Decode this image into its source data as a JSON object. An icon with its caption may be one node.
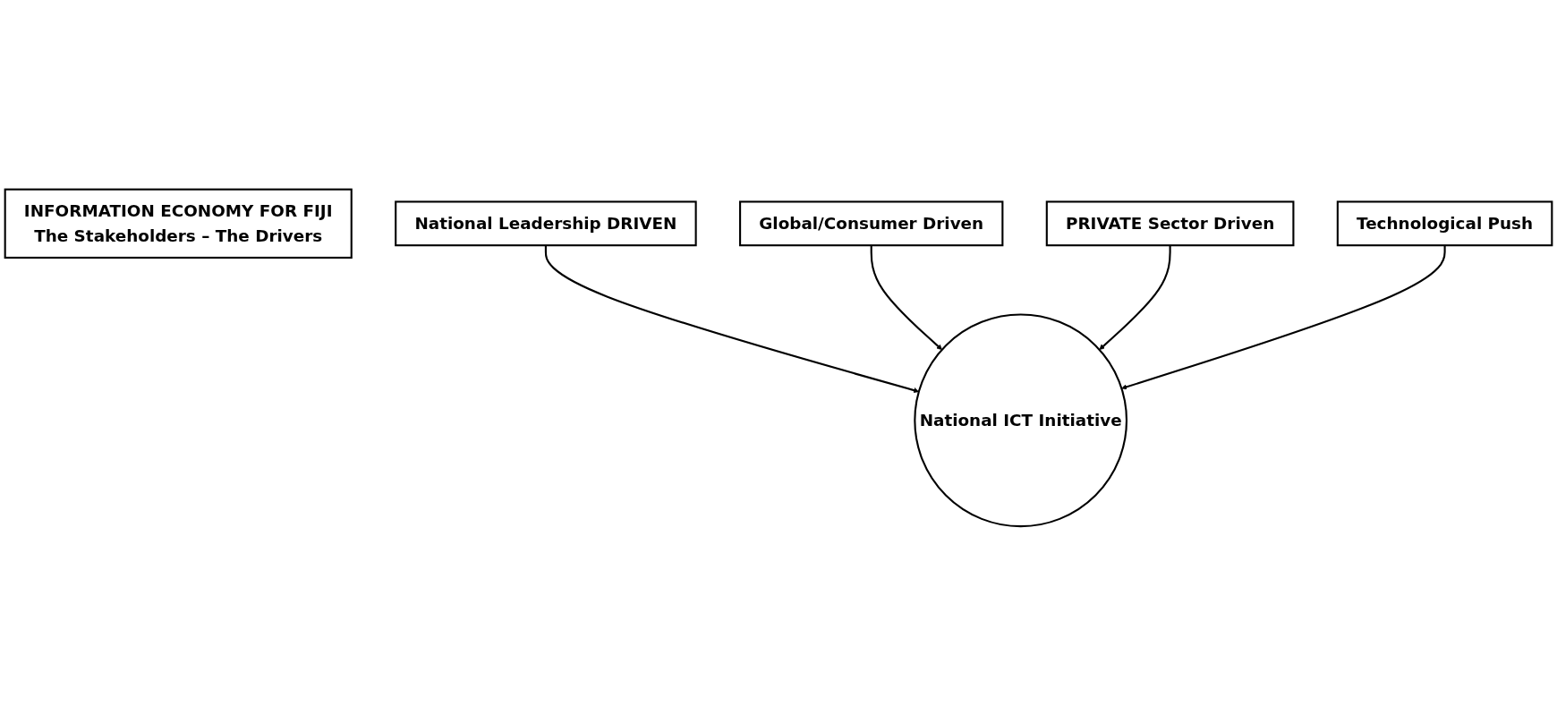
{
  "diagram": {
    "nodes": [
      {
        "text": [
          "INFORMATION ECONOMY FOR FIJI",
          "The Stakeholders – The Drivers"
        ]
      },
      {
        "text": [
          "National Leadership DRIVEN"
        ]
      },
      {
        "text": [
          "Global/Consumer Driven"
        ]
      },
      {
        "text": [
          "National ICT Initiative"
        ]
      },
      {
        "text": [
          "PRIVATE Sector Driven"
        ]
      },
      {
        "text": [
          "Technological Push"
        ]
      }
    ],
    "edges": [
      {
        "from": 1,
        "to": 3,
        "arrow": "to"
      },
      {
        "from": 2,
        "to": 3,
        "arrow": "to"
      },
      {
        "from": 4,
        "to": 3,
        "arrow": "to"
      },
      {
        "from": 5,
        "to": 3,
        "arrow": "to"
      }
    ]
  }
}
